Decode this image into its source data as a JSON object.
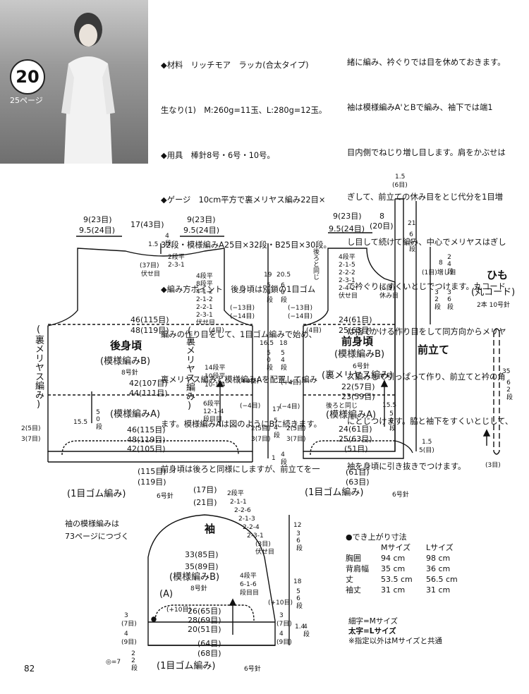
{
  "header": {
    "pattern_no": "20",
    "page_ref": "25ページ"
  },
  "instructions": {
    "col1": [
      "◆材料　リッチモア　ラッカ(合太タイプ)",
      "生なり(1)　M:260g=11玉、L:280g=12玉。",
      "◆用具　棒針8号・6号・10号。",
      "◆ゲージ　10cm平方で裏メリヤス編み22目×",
      "32段・模様編みA25目×32段・B25目×30段。",
      "◆編み方ポイント　後身頃は別鎖の1目ゴム",
      "編みの作り目をして、1目ゴム編みで始め、",
      "裏メリヤス編みと模様編みAを配置して編み",
      "ます。模様編みAは図のようにBに続きます。",
      "前身頃は後ろと同様にしますが、前立てを一"
    ],
    "col2": [
      "緒に編み、衿ぐりでは目を休めておきます。",
      "袖は模様編みA'とBで編み、袖下では端1",
      "目内側でねじり増し目します。肩をかぶせは",
      "ぎして、前立ての休み目をとじ代分を1目増",
      "し目して続けて編み、中心でメリヤスはぎし",
      "て衿ぐりにすくいとじでつけます。丸コード",
      "は指でかける作り目をして同方向からメリヤ",
      "ス編みして引っぱって作り、前立てと衿の角",
      "にとじつけます。脇と袖下をすくいとじして、",
      "袖を身頃に引き抜きでつけます。"
    ]
  },
  "back": {
    "title": "後身頃",
    "pattern_b": "(模様編みB)",
    "needle8": "8号針",
    "rev_stock_v": "(裏メリヤス編み)",
    "rev_stock_inner": "(裏メリヤス編み)",
    "pattern_a": "(模様編みA)",
    "rib": "(1目ゴム編み)",
    "needle6": "6号針",
    "sh_l1": "9(23目)",
    "sh_l2": "9.5(24目)",
    "neck1": "17(43目)",
    "neck_d": "4段",
    "sh_r1": "9(23目)",
    "sh_r2": "9.5(24目)",
    "neck_rest": "(37目)",
    "rest": "伏せ目",
    "neck_v": "1.5",
    "neck_steps": [
      "2段平",
      "2-3-1"
    ],
    "arm_steps": [
      "4段平",
      "8段平",
      "4-1-2",
      "2-1-2",
      "2-2-1",
      "2-3-1",
      "伏せ目"
    ],
    "arm_m13": "(−13目)",
    "arm_m14": "(−14目)",
    "arm_4": "(4目)",
    "w1": "46(115目)",
    "w2": "48(119目)",
    "w3": "42(107目)",
    "w4": "44(111目)",
    "inc_steps": [
      "14段平",
      "10段平",
      "10-1-4"
    ],
    "inc_4": "(+4目)",
    "dec_4": "(−4目)",
    "low_steps": [
      "6段平",
      "12-1-4",
      "段目目"
    ],
    "h155": "15.5",
    "h50": "50段",
    "rib_l1": "2(5目)",
    "rib_l2": "3(7目)",
    "w5": "46(115目)",
    "w6": "48(119目)",
    "w7": "42(105目)",
    "bot1": "(115目)",
    "bot2": "(119目)",
    "rib_r1": "2(5目)",
    "rib_r2": "3(7目)",
    "rib_h": "1",
    "rib_hv": "4段"
  },
  "back_heights": {
    "h19": "19",
    "h205": "20.5",
    "h56": "56段",
    "h60": "60段",
    "h165": "16.5",
    "h18": "18",
    "h50": "50段",
    "h54": "54段",
    "h17": "17",
    "h54b": "54段",
    "h16": "16段"
  },
  "front": {
    "title": "前身頃",
    "pattern_b": "(模様編みB)",
    "needle8": "6号針",
    "rev_stock": "(裏メリヤス編み)",
    "pattern_a": "(模様編みA)",
    "same_back": "後ろと同じ",
    "sh1": "9(23目)",
    "sh2": "9.5(24目)",
    "w8": "8",
    "w20": "(20目)",
    "neck_steps": [
      "4段平",
      "2-1-5",
      "2-2-2",
      "2-3-1",
      "2-4-2",
      "伏せ目"
    ],
    "rest5": "(5目)",
    "rest_lbl": "休み目",
    "same_back_v": "後ろと同じ",
    "arm_m13": "(−13目)",
    "arm_m14": "(−14目)",
    "arm_4": "(4目)",
    "w1": "24(61目)",
    "w2": "25(63目)",
    "w3": "22(57目)",
    "w4": "23(59目)",
    "inc_4": "(+4目)",
    "dec_4": "(−4目)",
    "h155": "15.5",
    "h50": "50段",
    "w5": "24(61目)",
    "w6": "25(63目)",
    "w7": "(51目)",
    "bot1": "(61目)",
    "bot2": "(63目)",
    "rib": "(1目ゴム編み)",
    "needle6": "6号針",
    "rib_l1": "2(5目)",
    "rib_l2": "3(7目)",
    "rib_r1": "1.5",
    "rib_r2": "5(目)",
    "band": "前立て",
    "band_top1": "1.5",
    "band_top2": "(6目)",
    "band_h1": "21",
    "band_h2": "64段",
    "band_inc": "(1目)増し目",
    "band_h3": "8",
    "band_h4": "24段",
    "band_h5": "32段",
    "band_h6": "36段"
  },
  "cord": {
    "title": "ひも",
    "sub": "(丸コード)",
    "spec": "2本 10号針",
    "len": "35",
    "len_r": "62段",
    "cast": "(3目)"
  },
  "sleeve": {
    "note1": "袖の模様編みは",
    "note2": "73ページにつづく",
    "top1": "(17目)",
    "top2": "(21目)",
    "title": "袖",
    "pattern_b": "(模様編みB)",
    "needle8": "8号針",
    "steps": [
      "2段平",
      "2-1-1",
      "2-2-6",
      "2-1-3",
      "2-2-4",
      "2-3-1",
      "(3目)",
      "伏せ目"
    ],
    "w1": "33(85目)",
    "w2": "35(89目)",
    "a_lbl": "(A)",
    "inc_steps": [
      "4段平",
      "6-1-6",
      "段目目"
    ],
    "w3": "26(65目)",
    "w4": "28(69目)",
    "w5": "20(51目)",
    "inc10": "(+10目)",
    "plus10": "(+10目)",
    "h12": "12",
    "h36": "36段",
    "h18": "18",
    "h56": "56段",
    "h14": "1.4",
    "h4": "4段",
    "l1": "3",
    "l2": "(7目)",
    "l3": "4",
    "l4": "(9目)",
    "r1": "3",
    "r2": "(7目)",
    "r3": "4",
    "r4": "(9目)",
    "bot1": "(64目)",
    "bot2": "(68目)",
    "rib": "(1目ゴム編み)",
    "needle6": "6号針",
    "mark": "◎=7",
    "mark2": "22段"
  },
  "sizes": {
    "title": "●でき上がり寸法",
    "head_m": "Mサイズ",
    "head_l": "Lサイズ",
    "rows": [
      {
        "label": "胸囲",
        "m": "94 cm",
        "l": "98 cm"
      },
      {
        "label": "背肩幅",
        "m": "35 cm",
        "l": "36 cm"
      },
      {
        "label": "丈",
        "m": "53.5 cm",
        "l": "56.5 cm"
      },
      {
        "label": "袖丈",
        "m": "31 cm",
        "l": "31 cm"
      }
    ]
  },
  "notes": [
    "細字=Mサイズ",
    "太字=Lサイズ",
    "※指定以外はMサイズと共通"
  ],
  "page_number": "82"
}
